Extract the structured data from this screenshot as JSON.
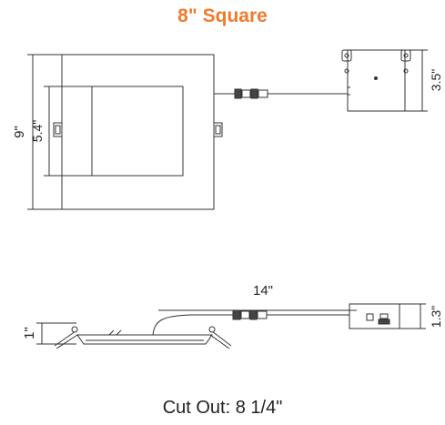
{
  "title": "8\" Square",
  "top_view": {
    "overall_dim": "9\"",
    "inner_dim": "5.4\"",
    "junction_box_dim": "3.5\""
  },
  "side_view": {
    "cable_length": "14\"",
    "fixture_height": "1\"",
    "junction_box_height": "1.3\""
  },
  "cutout": "Cut Out: 8 1/4\"",
  "colors": {
    "accent": "#f07a2c",
    "line": "#333333"
  }
}
